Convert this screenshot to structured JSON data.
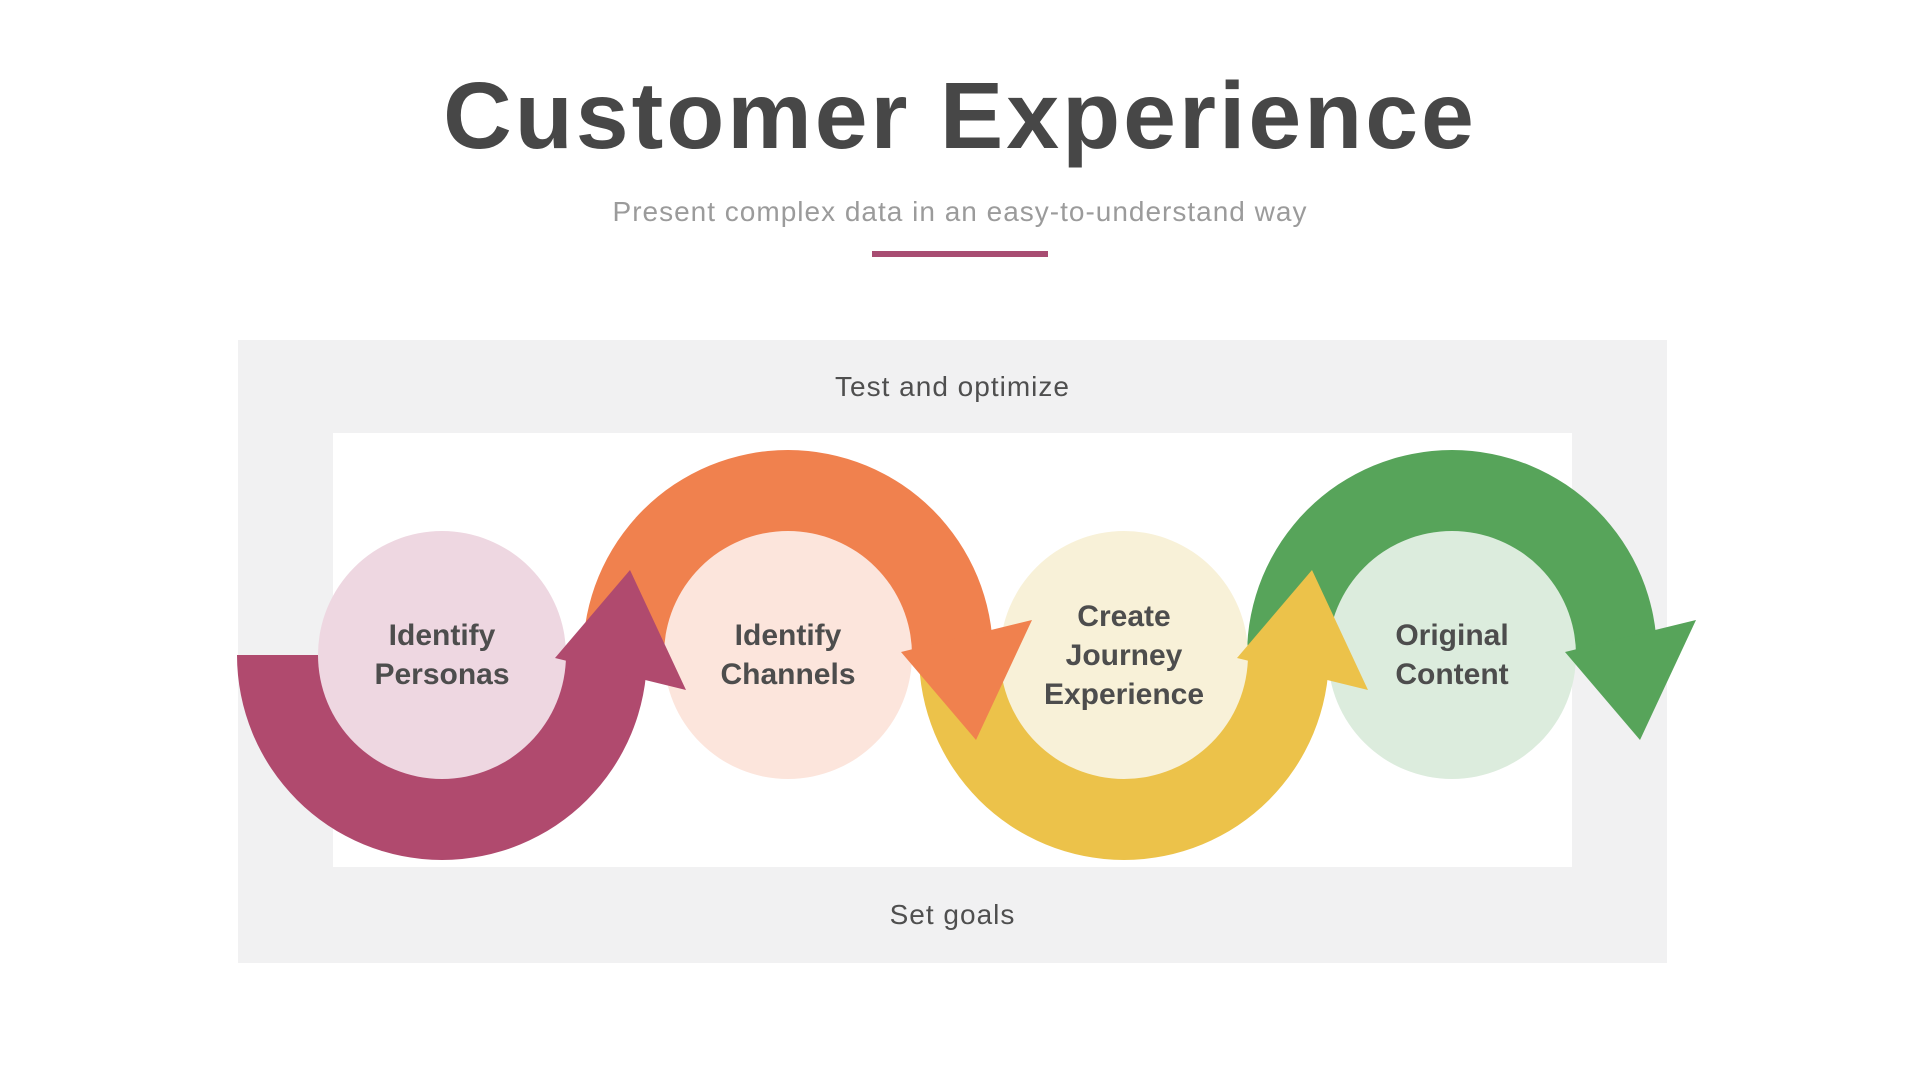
{
  "header": {
    "title": "Customer Experience",
    "subtitle": "Present complex data in an easy-to-understand way"
  },
  "diagram": {
    "top_label": "Test and optimize",
    "bottom_label": "Set goals",
    "steps": [
      {
        "label": "Identify Personas",
        "lines": [
          "Identify",
          "Personas"
        ],
        "arrow_color": "#b04a6e",
        "circle_color": "#eed7e1",
        "arrow_side": "bottom"
      },
      {
        "label": "Identify Channels",
        "lines": [
          "Identify",
          "Channels"
        ],
        "arrow_color": "#f0814e",
        "circle_color": "#fce5dc",
        "arrow_side": "top"
      },
      {
        "label": "Create Journey Experience",
        "lines": [
          "Create",
          "Journey",
          "Experience"
        ],
        "arrow_color": "#ecc24a",
        "circle_color": "#f8f1d8",
        "arrow_side": "bottom"
      },
      {
        "label": "Original Content",
        "lines": [
          "Original",
          "Content"
        ],
        "arrow_color": "#57a45a",
        "circle_color": "#dcecdd",
        "arrow_side": "top"
      }
    ]
  },
  "colors": {
    "title_text": "#474747",
    "subtitle_text": "#9b9b9b",
    "accent_divider": "#a84d72",
    "panel_background": "#f1f1f2",
    "canvas_background": "#ffffff",
    "loop_label_text": "#4f4f4f",
    "step_label_text": "#4d4d4d"
  }
}
